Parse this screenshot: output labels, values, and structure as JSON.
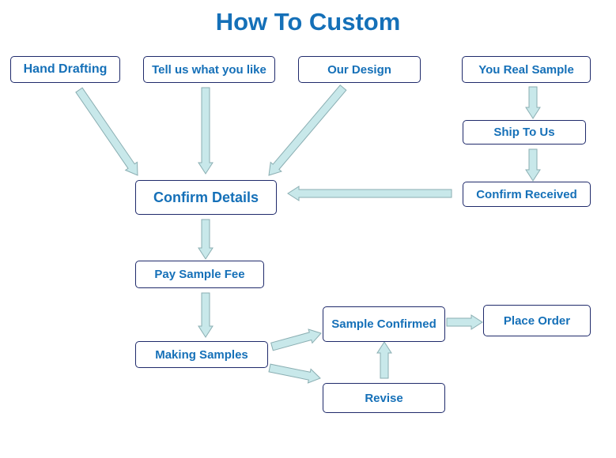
{
  "title": "How To Custom",
  "colors": {
    "text": "#1570b8",
    "border": "#1f2a6b",
    "arrow_fill": "#c8e8ea",
    "arrow_stroke": "#8aaeb2"
  },
  "nodes": {
    "hand_drafting": "Hand Drafting",
    "tell_us": "Tell us what you like",
    "our_design": "Our Design",
    "real_sample": "You Real Sample",
    "ship_to_us": "Ship To Us",
    "confirm_received": "Confirm Received",
    "confirm_details": "Confirm Details",
    "pay_sample_fee": "Pay Sample Fee",
    "making_samples": "Making Samples",
    "sample_confirmed": "Sample Confirmed",
    "place_order": "Place Order",
    "revise": "Revise"
  },
  "edges": [
    [
      "hand_drafting",
      "confirm_details"
    ],
    [
      "tell_us",
      "confirm_details"
    ],
    [
      "our_design",
      "confirm_details"
    ],
    [
      "real_sample",
      "ship_to_us"
    ],
    [
      "ship_to_us",
      "confirm_received"
    ],
    [
      "confirm_received",
      "confirm_details"
    ],
    [
      "confirm_details",
      "pay_sample_fee"
    ],
    [
      "pay_sample_fee",
      "making_samples"
    ],
    [
      "making_samples",
      "sample_confirmed"
    ],
    [
      "making_samples",
      "revise"
    ],
    [
      "revise",
      "sample_confirmed"
    ],
    [
      "sample_confirmed",
      "place_order"
    ]
  ]
}
